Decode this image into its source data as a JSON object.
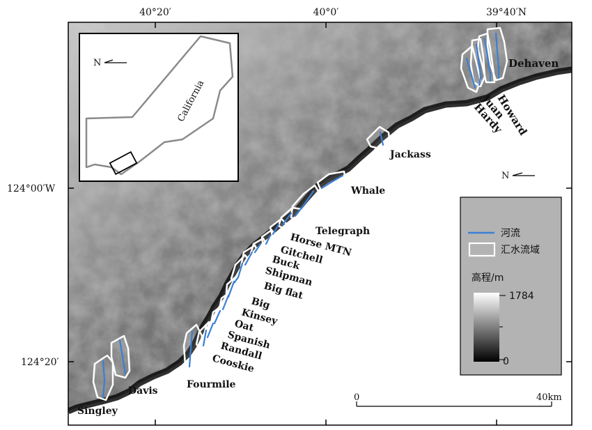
{
  "coords": {
    "top": [
      "40°20′",
      "40°0′",
      "39°40′N"
    ],
    "left": [
      "124°00′W",
      "124°20′"
    ]
  },
  "inset": {
    "north": "N",
    "state": "California"
  },
  "north_arrow": "N",
  "legend": {
    "river": "河流",
    "basin": "汇水流域",
    "elev_title": "高程/m",
    "max": "1784",
    "min": "0",
    "colors": {
      "river": "#3a7fd5",
      "basin": "#ffffff",
      "panel": "#b3b3b3"
    }
  },
  "scale": {
    "start": "0",
    "end": "40km"
  },
  "basins": [
    "Dehaven",
    "Howard",
    "Juan",
    "Hardy",
    "Jackass",
    "Whale",
    "Telegraph",
    "Horse MTN",
    "Gitchell",
    "Buck",
    "Shipman",
    "Big flat",
    "Big",
    "Kinsey",
    "Oat",
    "Spanish",
    "Randall",
    "Cooskie",
    "Fourmile",
    "Davis",
    "Singley"
  ]
}
